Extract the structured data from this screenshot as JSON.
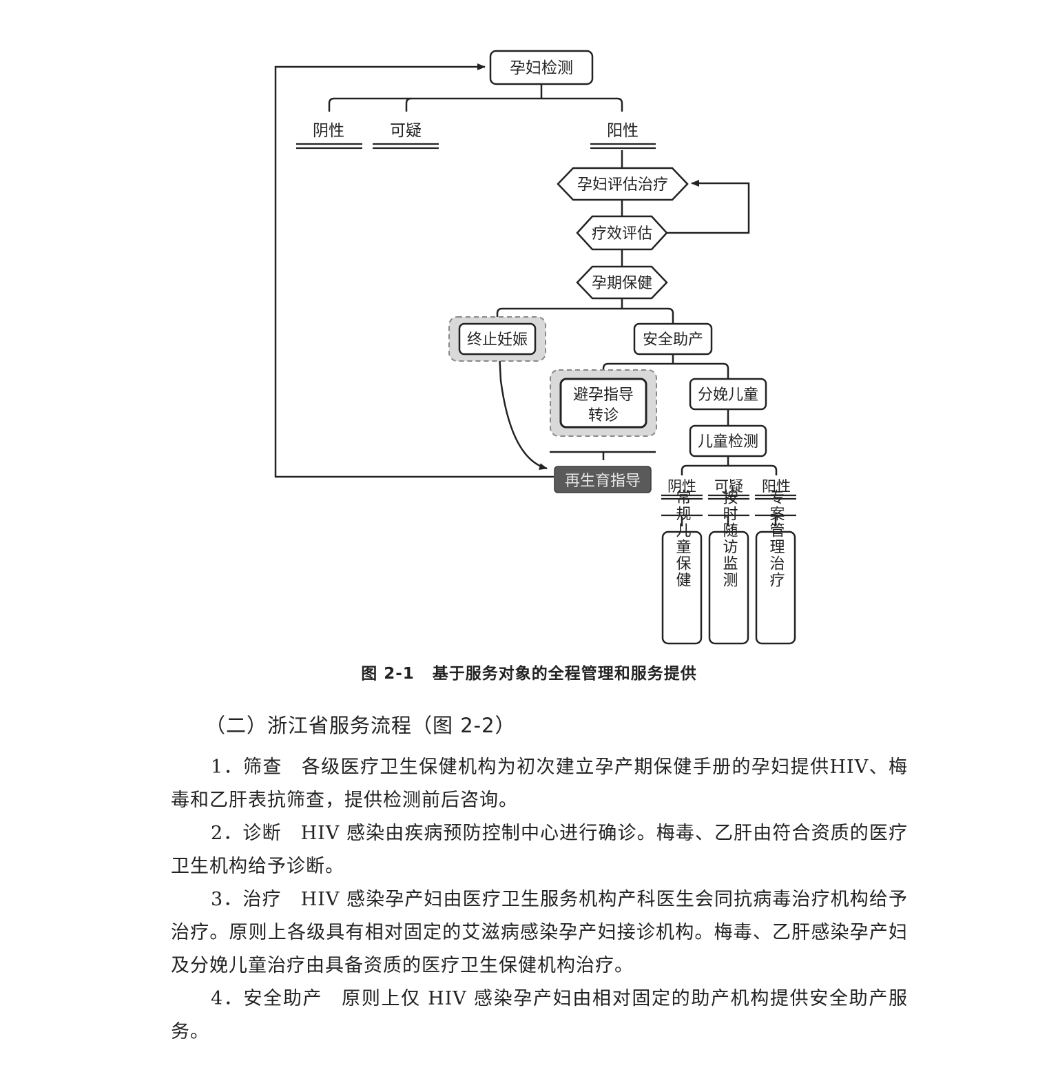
{
  "figure": {
    "nodes": {
      "pregnant_test": "孕妇检测",
      "negative": "阴性",
      "doubtful": "可疑",
      "positive": "阳性",
      "assess_treat": "孕妇评估治疗",
      "efficacy_eval": "疗效评估",
      "prenatal_care": "孕期保健",
      "terminate": "终止妊娠",
      "safe_delivery": "安全助产",
      "contraception_line1": "避孕指导",
      "contraception_line2": "转诊",
      "delivered_child": "分娩儿童",
      "child_test": "儿童检测",
      "reproduction_guidance": "再生育指导",
      "child_negative": "阴性",
      "child_doubtful": "可疑",
      "child_positive": "阳性",
      "routine_care": "常规儿童保健",
      "followup": "按时随访监测",
      "case_management": "专案管理治疗"
    },
    "caption_number": "图 2-1",
    "caption_text": "基于服务对象的全程管理和服务提供"
  },
  "section": {
    "heading": "（二）浙江省服务流程（图 2-2）",
    "paragraphs": [
      {
        "label": "1．筛查",
        "text": "各级医疗卫生保健机构为初次建立孕产期保健手册的孕妇提供HIV、梅毒和乙肝表抗筛查，提供检测前后咨询。"
      },
      {
        "label": "2．诊断",
        "text": "HIV 感染由疾病预防控制中心进行确诊。梅毒、乙肝由符合资质的医疗卫生机构给予诊断。"
      },
      {
        "label": "3．治疗",
        "text": "HIV 感染孕产妇由医疗卫生服务机构产科医生会同抗病毒治疗机构给予治疗。原则上各级具有相对固定的艾滋病感染孕产妇接诊机构。梅毒、乙肝感染孕产妇及分娩儿童治疗由具备资质的医疗卫生保健机构治疗。"
      },
      {
        "label": "4．安全助产",
        "text": "原则上仅 HIV 感染孕产妇由相对固定的助产机构提供安全助产服务。"
      }
    ]
  }
}
